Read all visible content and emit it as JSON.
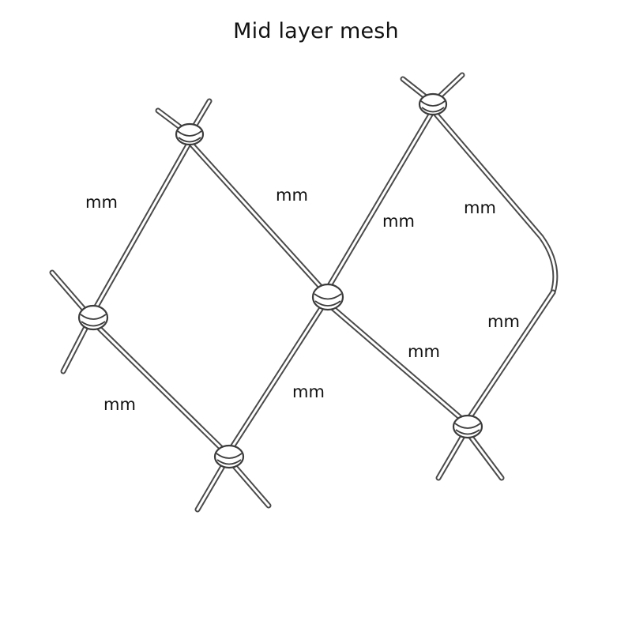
{
  "title": "Mid layer mesh",
  "labels": {
    "upper_left": "mm",
    "upper_middle": "mm",
    "upper_center_right": "mm",
    "upper_right": "mm",
    "right_side": "mm",
    "lower_center_right": "mm",
    "lower_middle": "mm",
    "lower_left": "mm"
  },
  "colors": {
    "wire": "#4a4a4a",
    "text": "#111111",
    "background": "#ffffff"
  }
}
